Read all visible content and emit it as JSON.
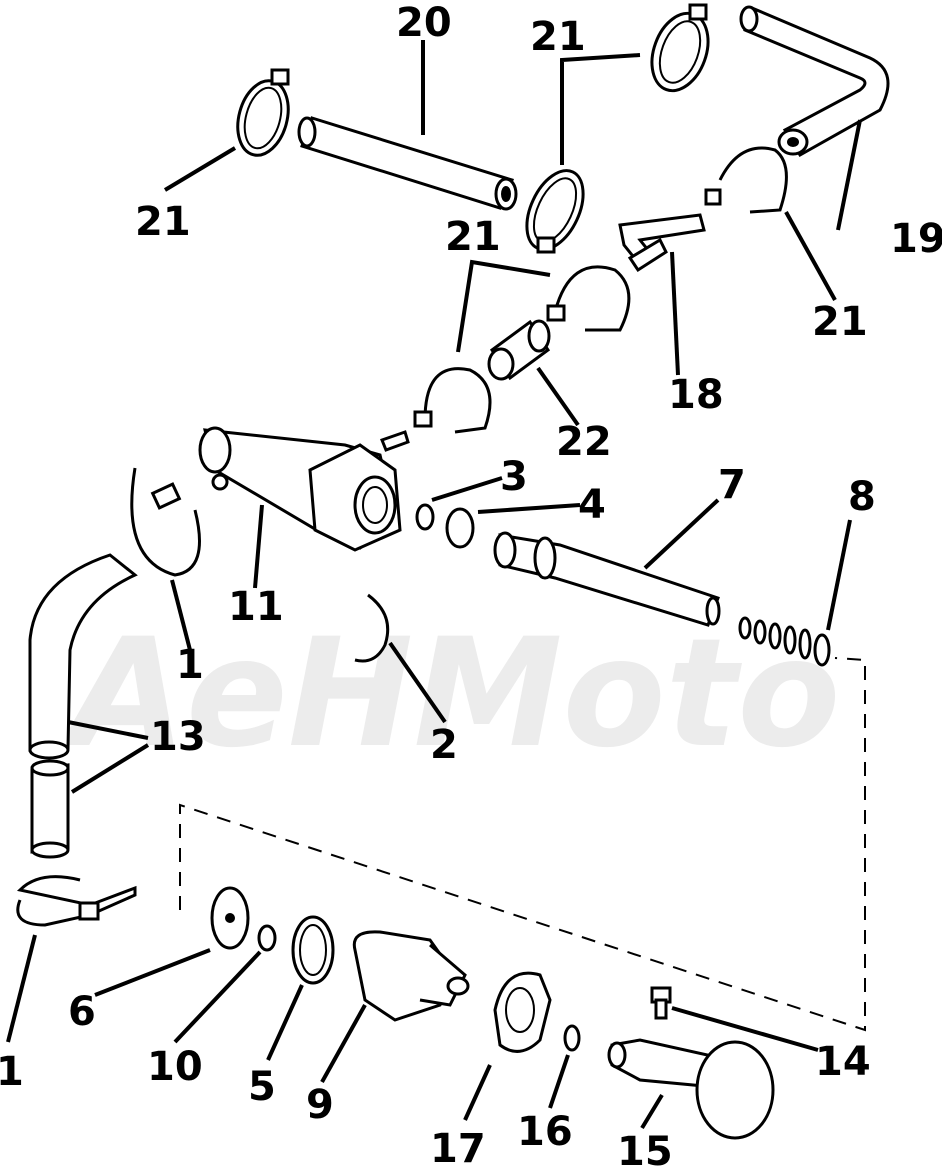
{
  "watermark": {
    "text": "AeHMoto"
  },
  "callouts": {
    "c1a": "1",
    "c1b": "1",
    "c2": "2",
    "c3": "3",
    "c4": "4",
    "c5": "5",
    "c6": "6",
    "c7": "7",
    "c8": "8",
    "c9": "9",
    "c10": "10",
    "c11": "11",
    "c13": "13",
    "c14": "14",
    "c15": "15",
    "c16": "16",
    "c17": "17",
    "c18": "18",
    "c19": "19",
    "c20": "20",
    "c21a": "21",
    "c21b": "21",
    "c21c": "21",
    "c21d": "21",
    "c22": "22"
  },
  "colors": {
    "ink": "#000000",
    "paper": "#ffffff",
    "watermark": "#ececec"
  }
}
